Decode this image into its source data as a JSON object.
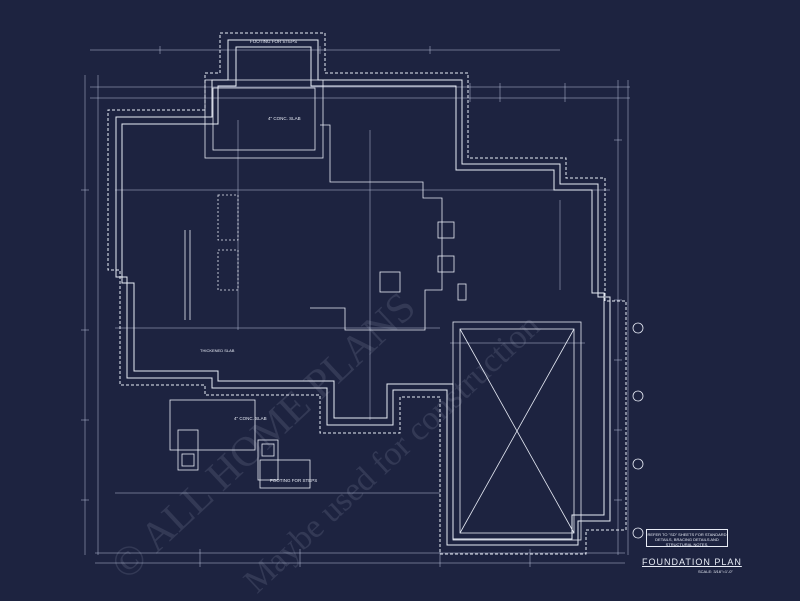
{
  "plan": {
    "title": "FOUNDATION PLAN",
    "scale": "SCALE: 3/16\"=1'-0\"",
    "note": "REFER TO \"SD\" SHEETS FOR STANDARD DETAILS, BRACING DETAILS AND STRUCTURAL NOTES."
  },
  "labels": {
    "footing_top": "FOOTING FOR STEPS",
    "footing_bottom": "FOOTING FOR STEPS",
    "porch_slab_top": "4\" CONC. SLAB",
    "porch_slab_bottom": "4\" CONC. SLAB",
    "thickened_slab": "THICKENED SLAB"
  },
  "watermark": {
    "line1": "© ALL HOME PLANS",
    "line2": "Maybe used for construction"
  },
  "colors": {
    "background": "#1d2340",
    "line": "#e8ecf6",
    "dim_line": "#b9c1da"
  }
}
